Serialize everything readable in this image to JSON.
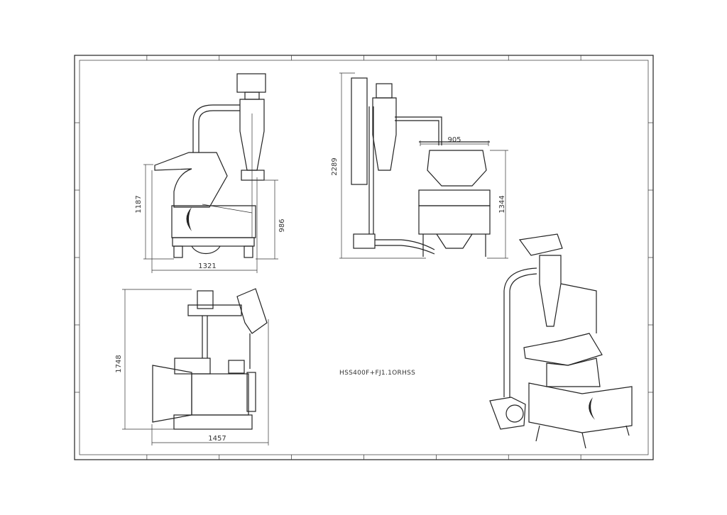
{
  "drawing": {
    "model_label": "HSS400F+FJ1.1ORHSS",
    "side_view": {
      "height_dim": "1187",
      "outlet_height_dim": "986",
      "width_dim": "1321"
    },
    "front_view": {
      "total_height_dim": "2289",
      "width_dim": "905",
      "height_dim": "1344"
    },
    "top_view": {
      "depth_dim": "1748",
      "width_dim": "1457"
    },
    "line_color": "#222222"
  }
}
